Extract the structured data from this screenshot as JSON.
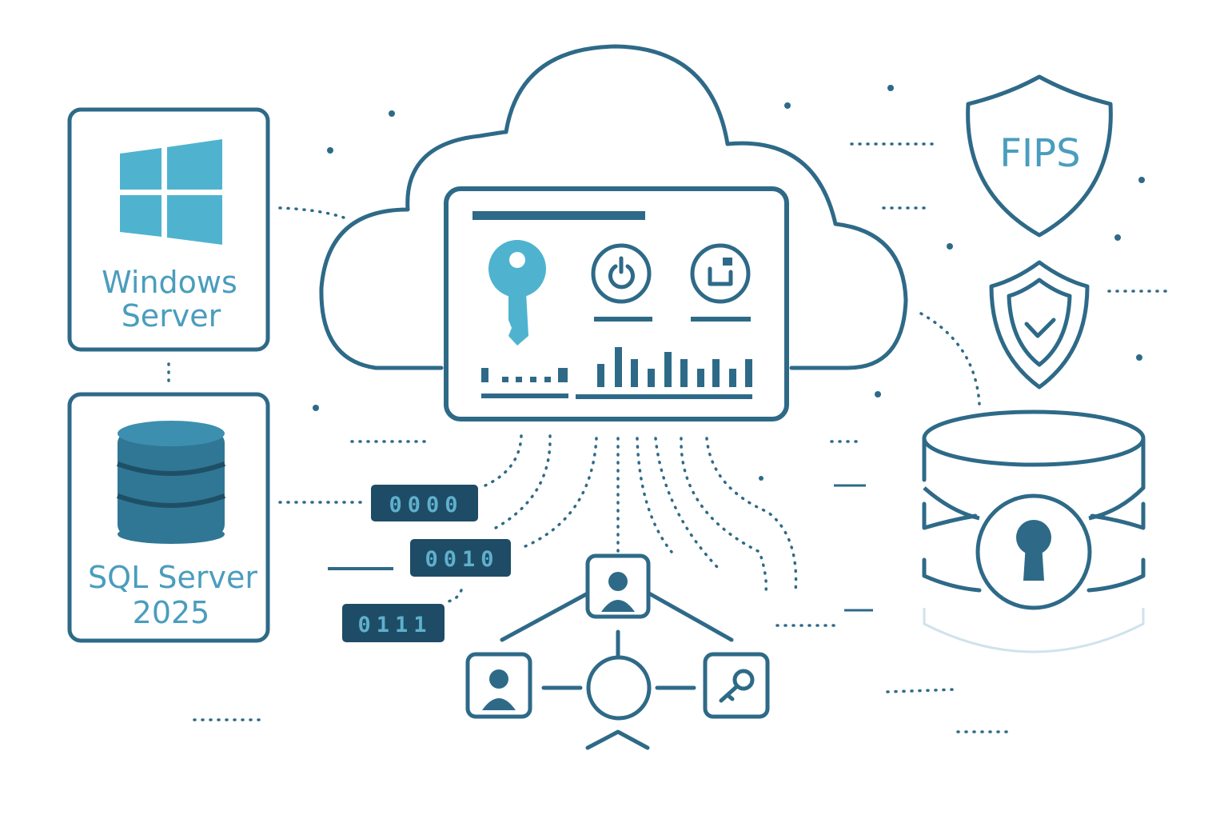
{
  "left_cards": {
    "windows": {
      "line1": "Windows",
      "line2": "Server"
    },
    "sql": {
      "line1": "SQL Server",
      "line2": "2025"
    }
  },
  "binary_tags": [
    "0000",
    "0010",
    "0111"
  ],
  "fips_shield": {
    "label": "FIPS"
  },
  "colors": {
    "dark": "#2e6a88",
    "light": "#4fb3cf",
    "text": "#4a9dbd"
  }
}
